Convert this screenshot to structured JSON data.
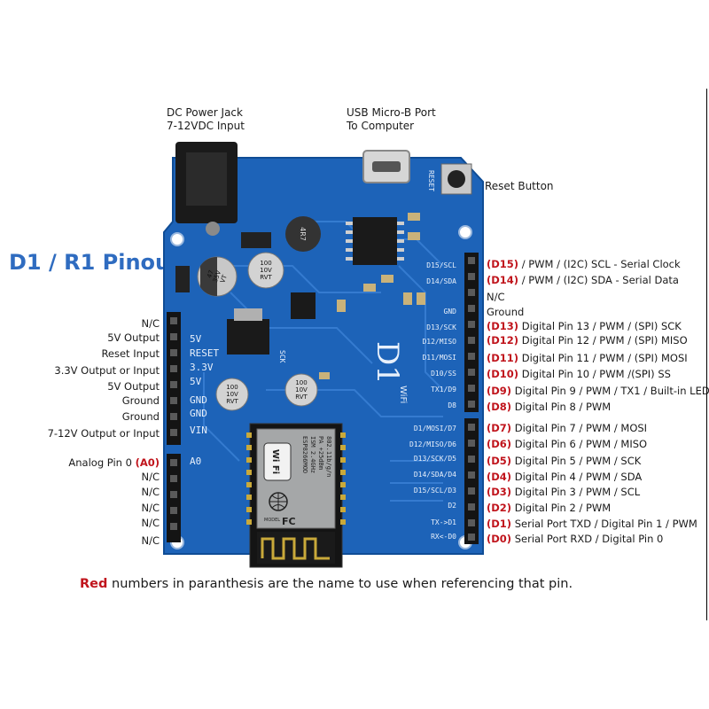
{
  "title": "D1 / R1 Pinout",
  "top_labels": {
    "dc_jack_line1": "DC Power Jack",
    "dc_jack_line2": "7-12VDC Input",
    "usb_line1": "USB Micro-B Port",
    "usb_line2": "To Computer",
    "reset": "Reset Button"
  },
  "left_pins": [
    {
      "text": "N/C",
      "code": ""
    },
    {
      "text": "5V Output",
      "code": ""
    },
    {
      "text": "Reset Input",
      "code": ""
    },
    {
      "text": "3.3V Output or Input",
      "code": ""
    },
    {
      "text": "5V Output",
      "code": ""
    },
    {
      "text": "Ground",
      "code": ""
    },
    {
      "text": "Ground",
      "code": ""
    },
    {
      "text": "7-12V Output or Input",
      "code": ""
    },
    {
      "text": "Analog Pin 0 ",
      "code": "(A0)"
    },
    {
      "text": "N/C",
      "code": ""
    },
    {
      "text": "N/C",
      "code": ""
    },
    {
      "text": "N/C",
      "code": ""
    },
    {
      "text": "N/C",
      "code": ""
    },
    {
      "text": "N/C",
      "code": ""
    }
  ],
  "right_pins": [
    {
      "code": "(D15)",
      "text": " / PWM / (I2C) SCL - Serial Clock"
    },
    {
      "code": "(D14)",
      "text": " / PWM / (I2C) SDA - Serial Data"
    },
    {
      "code": "",
      "text": "N/C"
    },
    {
      "code": "",
      "text": "Ground"
    },
    {
      "code": "(D13)",
      "text": " Digital Pin 13 / PWM / (SPI) SCK"
    },
    {
      "code": "(D12)",
      "text": " Digital Pin 12 /  PWM / (SPI) MISO"
    },
    {
      "code": "(D11)",
      "text": " Digital Pin 11 / PWM / (SPI) MOSI"
    },
    {
      "code": "(D10)",
      "text": " Digital Pin 10 / PWM /(SPI) SS"
    },
    {
      "code": "(D9)",
      "text": " Digital Pin 9 / PWM / TX1 / Built-in LED"
    },
    {
      "code": "(D8)",
      "text": " Digital Pin 8 / PWM"
    },
    {
      "code": "(D7)",
      "text": " Digital Pin 7 / PWM / MOSI"
    },
    {
      "code": "(D6)",
      "text": " Digital Pin 6 / PWM / MISO"
    },
    {
      "code": "(D5)",
      "text": " Digital Pin 5 / PWM / SCK"
    },
    {
      "code": "(D4)",
      "text": " Digital Pin 4 / PWM / SDA"
    },
    {
      "code": "(D3)",
      "text": " Digital Pin 3 / PWM / SCL"
    },
    {
      "code": "(D2)",
      "text": " Digital Pin 2 / PWM"
    },
    {
      "code": "(D1)",
      "text": " Serial Port TXD / Digital Pin 1 / PWM"
    },
    {
      "code": "(D0)",
      "text": " Serial Port RXD / Digital Pin 0"
    }
  ],
  "board": {
    "left_silk": [
      "5V",
      "RESET",
      "3.3V",
      "5V",
      "GND",
      "GND",
      "VIN",
      "A0"
    ],
    "right_silk": [
      "D15/SCL",
      "D14/SDA",
      "GND",
      "D13/SCK",
      "D12/MISO",
      "D11/MOSI",
      "D10/SS",
      "TX1/D9",
      "D8",
      "D1/MOSI/D7",
      "D12/MISO/D6",
      "D13/SCK/D5",
      "D14/SDA/D4",
      "D15/SCL/D3",
      "D2",
      "TX->D1",
      "RX<-D0"
    ],
    "big_label": "D1",
    "small_label": "WiFi",
    "reset_silk": "RESET",
    "sck_silk": "SCK",
    "wifi_text": "Wi Fi",
    "module_lines": [
      "ESP8266MOD",
      "ISM 2.4GHz",
      "PA +25dBm",
      "802.11b/g/n"
    ],
    "model_label": "MODEL",
    "fcc_mark": "FC",
    "cap1_lines": [
      "47",
      "35V",
      "VT"
    ],
    "cap2_lines": [
      "100",
      "10V",
      "RVT"
    ],
    "cap3_lines": [
      "100",
      "10V",
      "RVT"
    ],
    "cap4_lines": [
      "100",
      "10V",
      "RVT"
    ],
    "inductor": "4R7"
  },
  "footnote": {
    "red": "Red",
    "rest": " numbers in paranthesis are the name to use when referencing that pin."
  },
  "colors": {
    "board": "#1d63b8",
    "board_dark": "#0f4c95",
    "accent_red": "#c0141c",
    "title_blue": "#2f6cc0"
  }
}
